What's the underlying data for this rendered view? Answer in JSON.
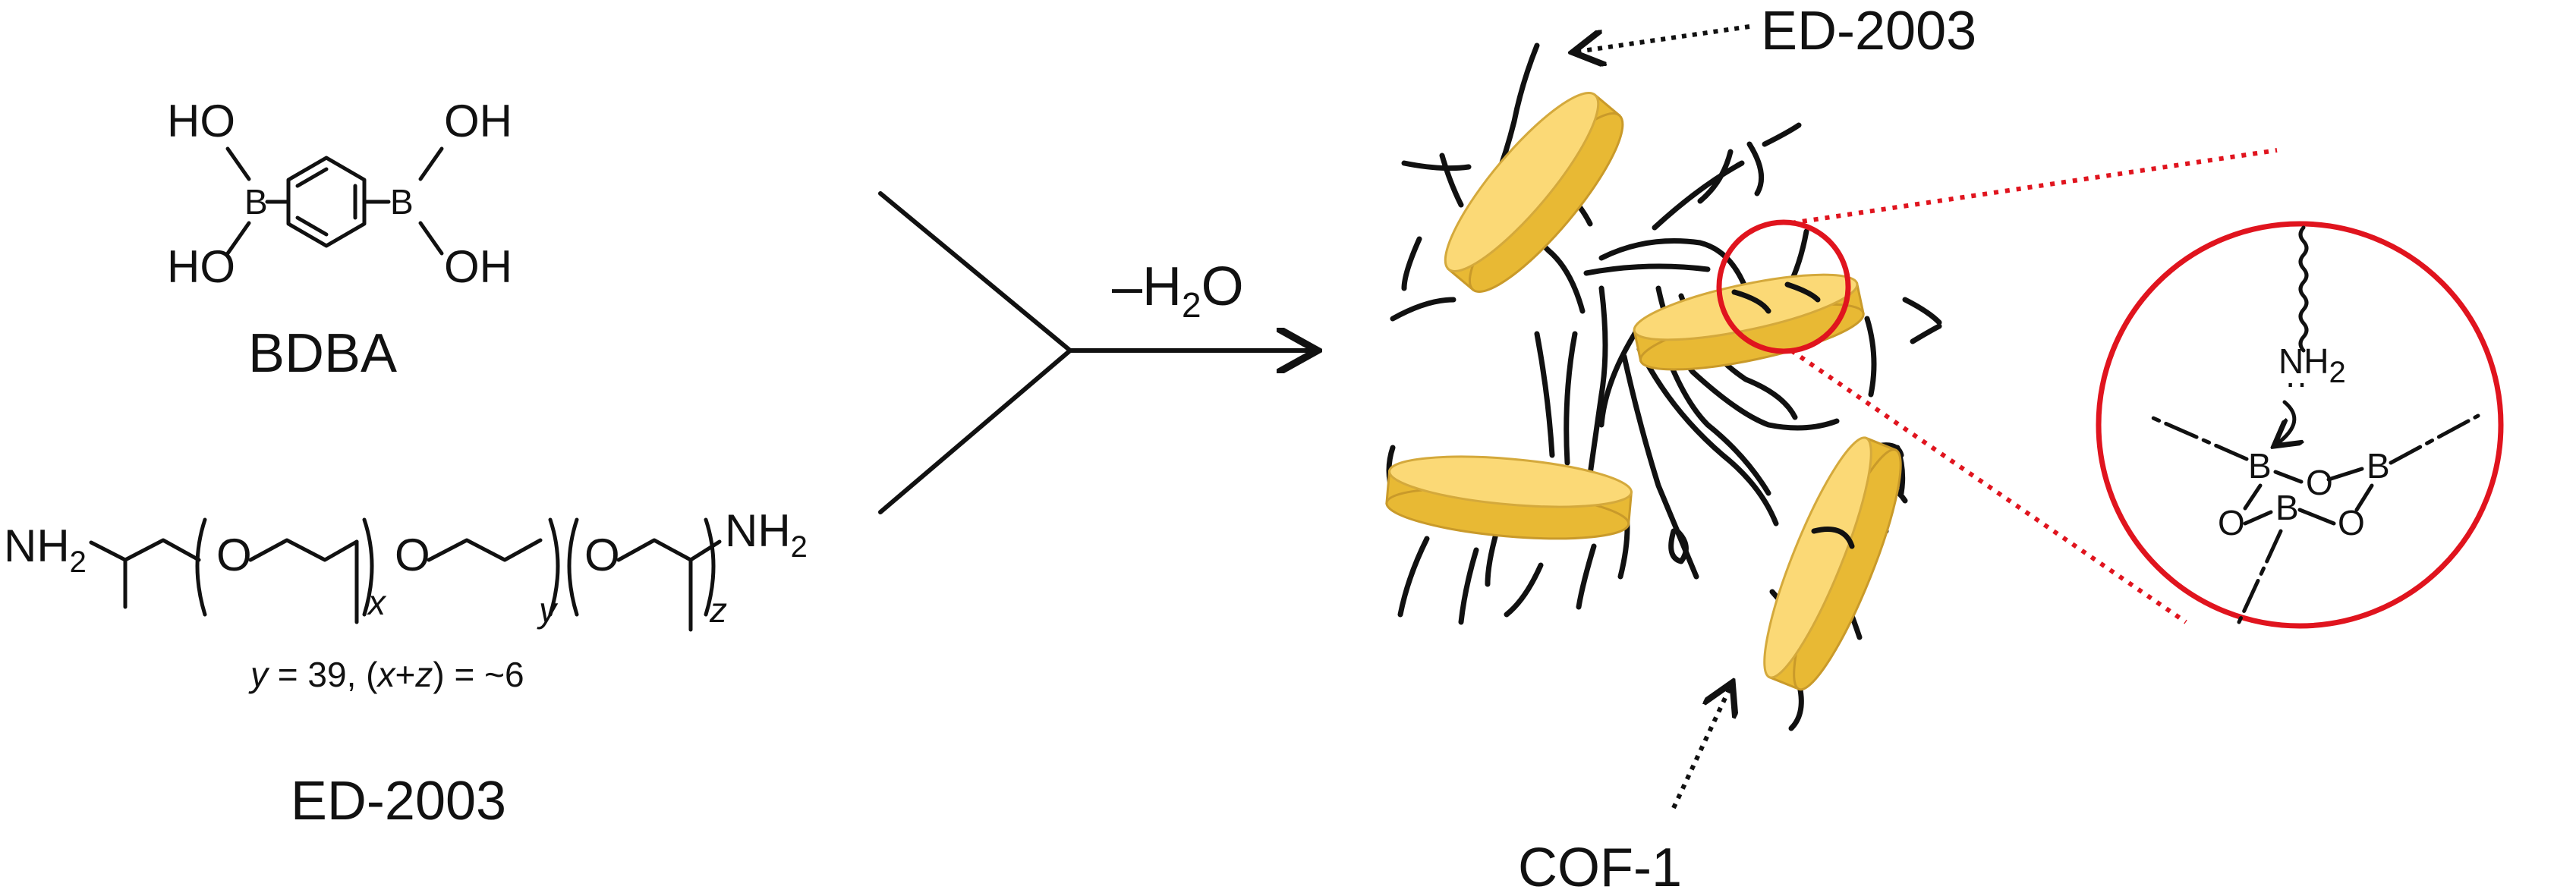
{
  "bdba": {
    "label": "BDBA",
    "ho_top_left": "HO",
    "ho_bottom_left": "HO",
    "oh_top_right": "OH",
    "oh_bottom_right": "OH",
    "boron": "B"
  },
  "ed2003_structure": {
    "label": "ED-2003",
    "nh2_left": "NH",
    "nh2_left_sub": "2",
    "nh2_right": "NH",
    "nh2_right_sub": "2",
    "oxygen": "O",
    "sub_x": "x",
    "sub_y": "y",
    "sub_z": "z",
    "formula_y": "y",
    "formula_eq1": " = 39, (",
    "formula_x": "x",
    "formula_plus": "+",
    "formula_z": "z",
    "formula_eq2": ") = ~6"
  },
  "reaction": {
    "condition_prefix": "–H",
    "condition_sub": "2",
    "condition_suffix": "O"
  },
  "product": {
    "ed2003_label": "ED-2003",
    "cof1_label": "COF-1"
  },
  "zoom": {
    "nh2": "NH",
    "nh2_sub": "2",
    "lone_pair": "··",
    "boron": "B",
    "oxygen": "O"
  },
  "colors": {
    "disk_fill": "#fbd976",
    "zoom_circle": "#e0141e"
  }
}
